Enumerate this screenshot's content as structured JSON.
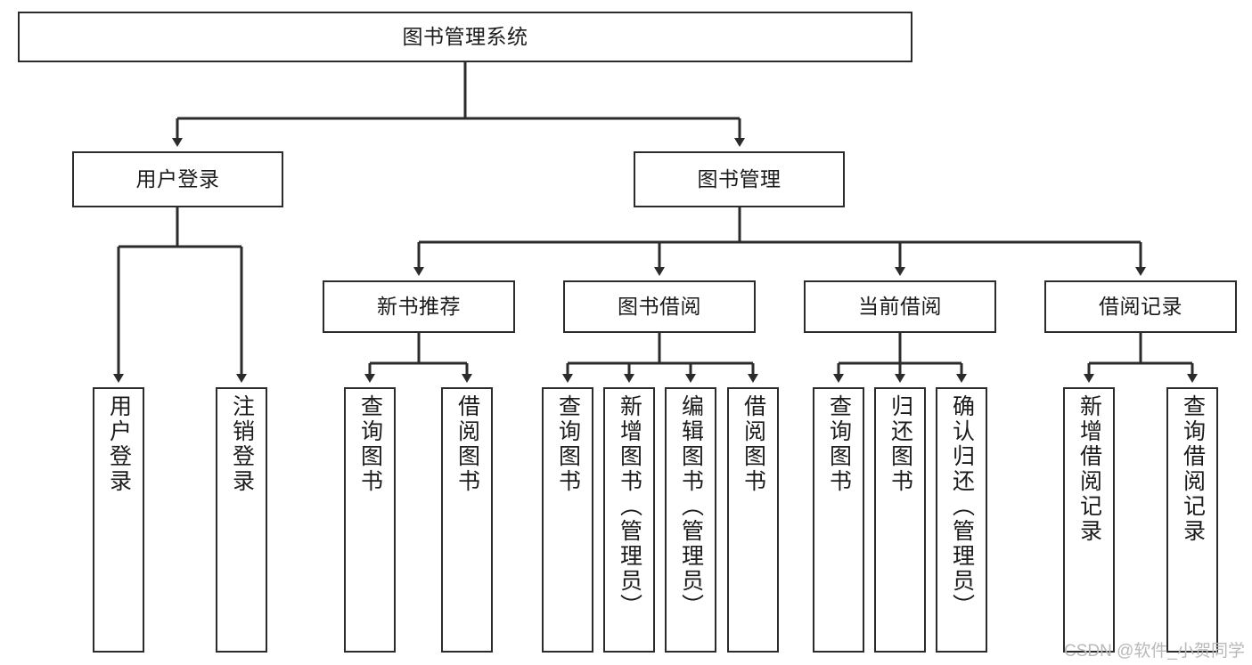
{
  "diagram": {
    "type": "tree-hierarchy",
    "title": "图书管理系统",
    "orientation": "top-down",
    "colors": {
      "box_border": "#2b2b2b",
      "box_fill": "#ffffff",
      "connector": "#2b2b2b",
      "background": "#ffffff",
      "watermark": "#b9b9b9"
    },
    "root": {
      "label": "图书管理系统"
    },
    "level2": [
      {
        "label": "用户登录"
      },
      {
        "label": "图书管理"
      }
    ],
    "level3": [
      {
        "label": "新书推荐"
      },
      {
        "label": "图书借阅"
      },
      {
        "label": "当前借阅"
      },
      {
        "label": "借阅记录"
      }
    ],
    "leaves": [
      {
        "label": "用户登录",
        "parent": "用户登录"
      },
      {
        "label": "注销登录",
        "parent": "用户登录"
      },
      {
        "label": "查询图书",
        "parent": "新书推荐"
      },
      {
        "label": "借阅图书",
        "parent": "新书推荐"
      },
      {
        "label": "查询图书",
        "parent": "图书借阅"
      },
      {
        "label": "新增图书（管理员）",
        "parent": "图书借阅"
      },
      {
        "label": "编辑图书（管理员）",
        "parent": "图书借阅"
      },
      {
        "label": "借阅图书",
        "parent": "图书借阅"
      },
      {
        "label": "查询图书",
        "parent": "当前借阅"
      },
      {
        "label": "归还图书",
        "parent": "当前借阅"
      },
      {
        "label": "确认归还（管理员）",
        "parent": "当前借阅"
      },
      {
        "label": "新增借阅记录",
        "parent": "借阅记录"
      },
      {
        "label": "查询借阅记录",
        "parent": "借阅记录"
      }
    ]
  },
  "watermark": {
    "text": "CSDN @软件_小贺同学"
  }
}
